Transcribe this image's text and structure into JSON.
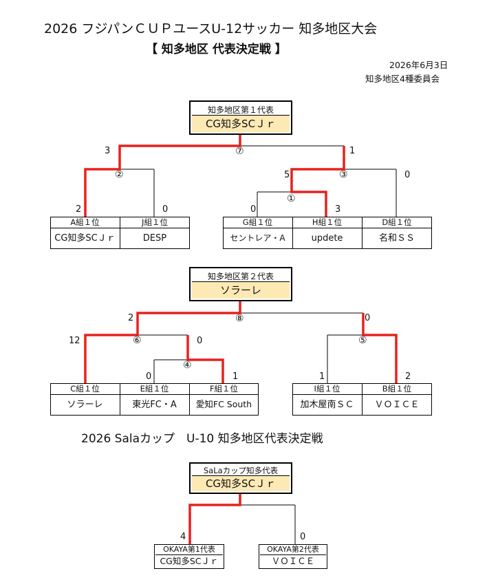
{
  "header": {
    "title": "2026 フジパンＣＵＰユースU-12サッカー 知多地区大会",
    "subtitle": "【 知多地区 代表決定戦 】",
    "date": "2026年6月3日",
    "organizer": "知多地区4種委員会"
  },
  "bracket1": {
    "winner_label": "知多地区第１代表",
    "winner_name": "CG知多SCＪｒ",
    "teams": [
      {
        "group": "A組１位",
        "name": "CG知多SCＪｒ"
      },
      {
        "group": "J組１位",
        "name": "DESP"
      },
      {
        "group": "G組１位",
        "name": "セントレア・A"
      },
      {
        "group": "H組１位",
        "name": "updete"
      },
      {
        "group": "D組１位",
        "name": "名和ＳＳ"
      }
    ],
    "matches": {
      "m1": {
        "label": "①",
        "left": "0",
        "right": "3"
      },
      "m2": {
        "label": "②",
        "left": "2",
        "right": "0"
      },
      "m3": {
        "label": "③",
        "left": "5",
        "right": "0"
      },
      "m7": {
        "label": "⑦",
        "left": "3",
        "right": "1"
      }
    }
  },
  "bracket2": {
    "winner_label": "知多地区第２代表",
    "winner_name": "ソラーレ",
    "teams": [
      {
        "group": "C組１位",
        "name": "ソラーレ"
      },
      {
        "group": "E組１位",
        "name": "東光FC・A"
      },
      {
        "group": "F組１位",
        "name": "愛知FC South"
      },
      {
        "group": "I組１位",
        "name": "加木屋南ＳＣ"
      },
      {
        "group": "B組１位",
        "name": "ＶＯＩＣＥ"
      }
    ],
    "matches": {
      "m4": {
        "label": "④",
        "left": "0",
        "right": "1"
      },
      "m5": {
        "label": "⑤",
        "left": "1",
        "right": "2"
      },
      "m6": {
        "label": "⑥",
        "left": "12",
        "right": "0"
      },
      "m8": {
        "label": "⑧",
        "left": "2",
        "right": "0"
      }
    }
  },
  "sala": {
    "title": "2026 Salaカップ　U-10 知多地区代表決定戦",
    "winner_label": "SaLaカップ知多代表",
    "winner_name": "CG知多SCＪｒ",
    "teams": [
      {
        "group": "OKAYA第1代表",
        "name": "CG知多SCＪｒ"
      },
      {
        "group": "OKAYA第2代表",
        "name": "ＶＯＩＣＥ"
      }
    ],
    "score_left": "4",
    "score_right": "0"
  },
  "colors": {
    "win_line": "#e8201c",
    "line": "#000000",
    "winner_fill": "#fde9b4"
  }
}
